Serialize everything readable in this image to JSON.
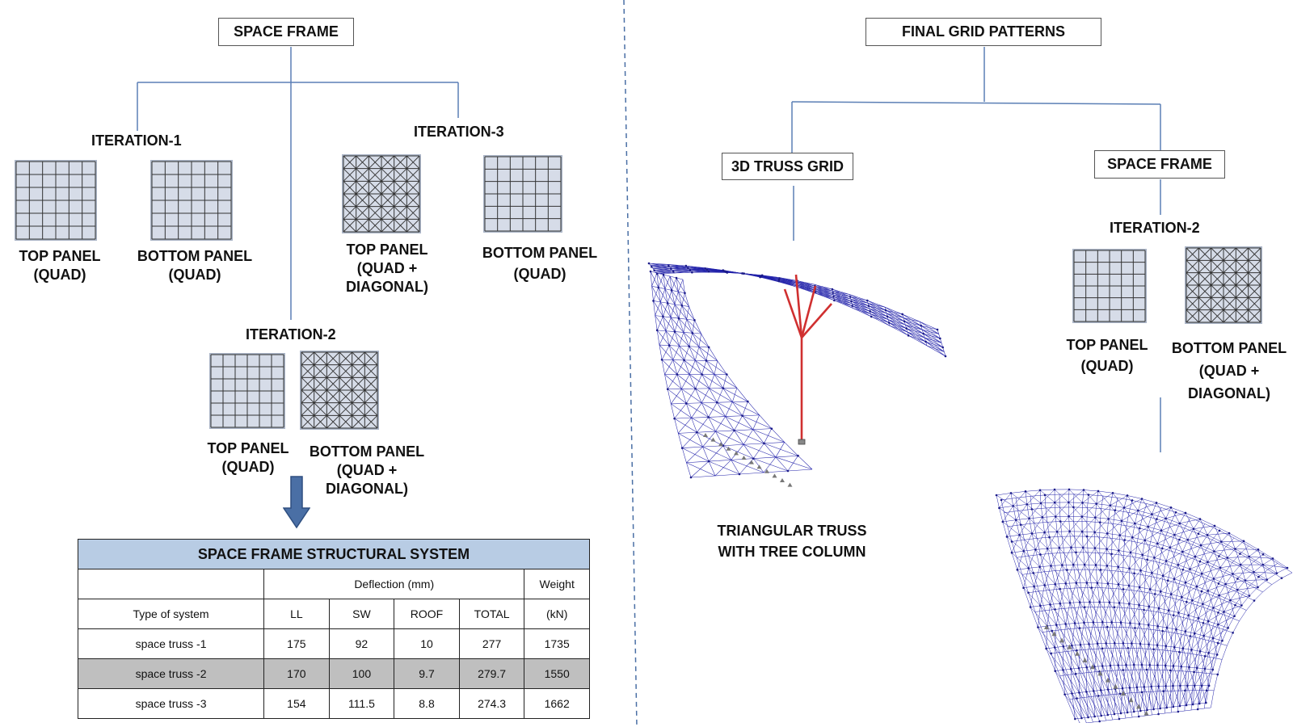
{
  "left": {
    "root_title": "SPACE FRAME",
    "iteration1": {
      "title": "ITERATION-1",
      "top_label": "TOP PANEL\n(QUAD)",
      "bottom_label": "BOTTOM PANEL\n(QUAD)"
    },
    "iteration3": {
      "title": "ITERATION-3",
      "top_label": "TOP PANEL\n(QUAD +\nDIAGONAL)",
      "bottom_label": "BOTTOM PANEL\n(QUAD)"
    },
    "iteration2": {
      "title": "ITERATION-2",
      "top_label": "TOP PANEL\n(QUAD)",
      "bottom_label": "BOTTOM PANEL\n(QUAD +\nDIAGONAL)"
    }
  },
  "table": {
    "title": "SPACE FRAME STRUCTURAL SYSTEM",
    "deflection_header": "Deflection (mm)",
    "weight_header": "Weight",
    "type_header": "Type of system",
    "sub_headers": [
      "LL",
      "SW",
      "ROOF",
      "TOTAL"
    ],
    "weight_unit": "(kN)",
    "rows": [
      {
        "name": "space truss -1",
        "values": [
          "175",
          "92",
          "10",
          "277",
          "1735"
        ]
      },
      {
        "name": "space truss -2",
        "values": [
          "170",
          "100",
          "9.7",
          "279.7",
          "1550"
        ]
      },
      {
        "name": "space truss -3",
        "values": [
          "154",
          "111.5",
          "8.8",
          "274.3",
          "1662"
        ]
      }
    ]
  },
  "right": {
    "root_title": "FINAL GRID PATTERNS",
    "truss_box": "3D TRUSS GRID",
    "space_box": "SPACE FRAME",
    "iteration2_title": "ITERATION-2",
    "top_label": "TOP PANEL\n(QUAD)",
    "bottom_label": "BOTTOM PANEL\n(QUAD +\nDIAGONAL)",
    "truss_caption": "TRIANGULAR TRUSS\nWITH TREE COLUMN"
  },
  "colors": {
    "connector": "#5b7fb5",
    "panel_fill": "#d6dce8",
    "mesh": "#2222aa",
    "tree_column": "#d03030",
    "table_title_bg": "#b8cce4",
    "table_shade": "#bfbfbf",
    "arrow": "#4a6fa5"
  }
}
